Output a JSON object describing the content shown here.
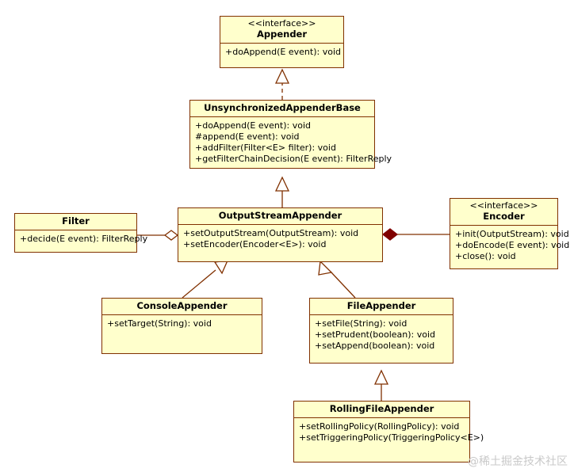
{
  "diagram": {
    "title": "Logback Appender UML class diagram",
    "watermark": "@稀土掘金技术社区",
    "colors": {
      "box_fill": "#FFFFCC",
      "box_border": "#803000",
      "connector": "#803000",
      "background": "#FFFFFF",
      "watermark": "#C9C9C9"
    },
    "classes": [
      {
        "id": "appender",
        "stereotype": "<<interface>>",
        "name": "Appender",
        "members": [
          "+doAppend(E event): void"
        ]
      },
      {
        "id": "unsynchronized-appender-base",
        "stereotype": "",
        "name": "UnsynchronizedAppenderBase",
        "members": [
          "+doAppend(E event): void",
          "#append(E event): void",
          "+addFilter(Filter<E> filter): void",
          "+getFilterChainDecision(E event): FilterReply"
        ]
      },
      {
        "id": "filter",
        "stereotype": "",
        "name": "Filter",
        "members": [
          "+decide(E event): FilterReply"
        ]
      },
      {
        "id": "output-stream-appender",
        "stereotype": "",
        "name": "OutputStreamAppender",
        "members": [
          "+setOutputStream(OutputStream): void",
          "+setEncoder(Encoder<E>): void"
        ]
      },
      {
        "id": "encoder",
        "stereotype": "<<interface>>",
        "name": "Encoder",
        "members": [
          "+init(OutputStream): void",
          "+doEncode(E event): void",
          "+close(): void"
        ]
      },
      {
        "id": "console-appender",
        "stereotype": "",
        "name": "ConsoleAppender",
        "members": [
          "+setTarget(String): void"
        ]
      },
      {
        "id": "file-appender",
        "stereotype": "",
        "name": "FileAppender",
        "members": [
          "+setFile(String): void",
          "+setPrudent(boolean): void",
          "+setAppend(boolean): void"
        ]
      },
      {
        "id": "rolling-file-appender",
        "stereotype": "",
        "name": "RollingFileAppender",
        "members": [
          "+setRollingPolicy(RollingPolicy): void",
          "+setTriggeringPolicy(TriggeringPolicy<E>)"
        ]
      }
    ],
    "relations": [
      {
        "from": "unsynchronized-appender-base",
        "to": "appender",
        "type": "realization"
      },
      {
        "from": "output-stream-appender",
        "to": "unsynchronized-appender-base",
        "type": "generalization"
      },
      {
        "from": "console-appender",
        "to": "output-stream-appender",
        "type": "generalization"
      },
      {
        "from": "file-appender",
        "to": "output-stream-appender",
        "type": "generalization"
      },
      {
        "from": "rolling-file-appender",
        "to": "file-appender",
        "type": "generalization"
      },
      {
        "from": "output-stream-appender",
        "to": "filter",
        "type": "aggregation"
      },
      {
        "from": "output-stream-appender",
        "to": "encoder",
        "type": "composition"
      }
    ]
  }
}
